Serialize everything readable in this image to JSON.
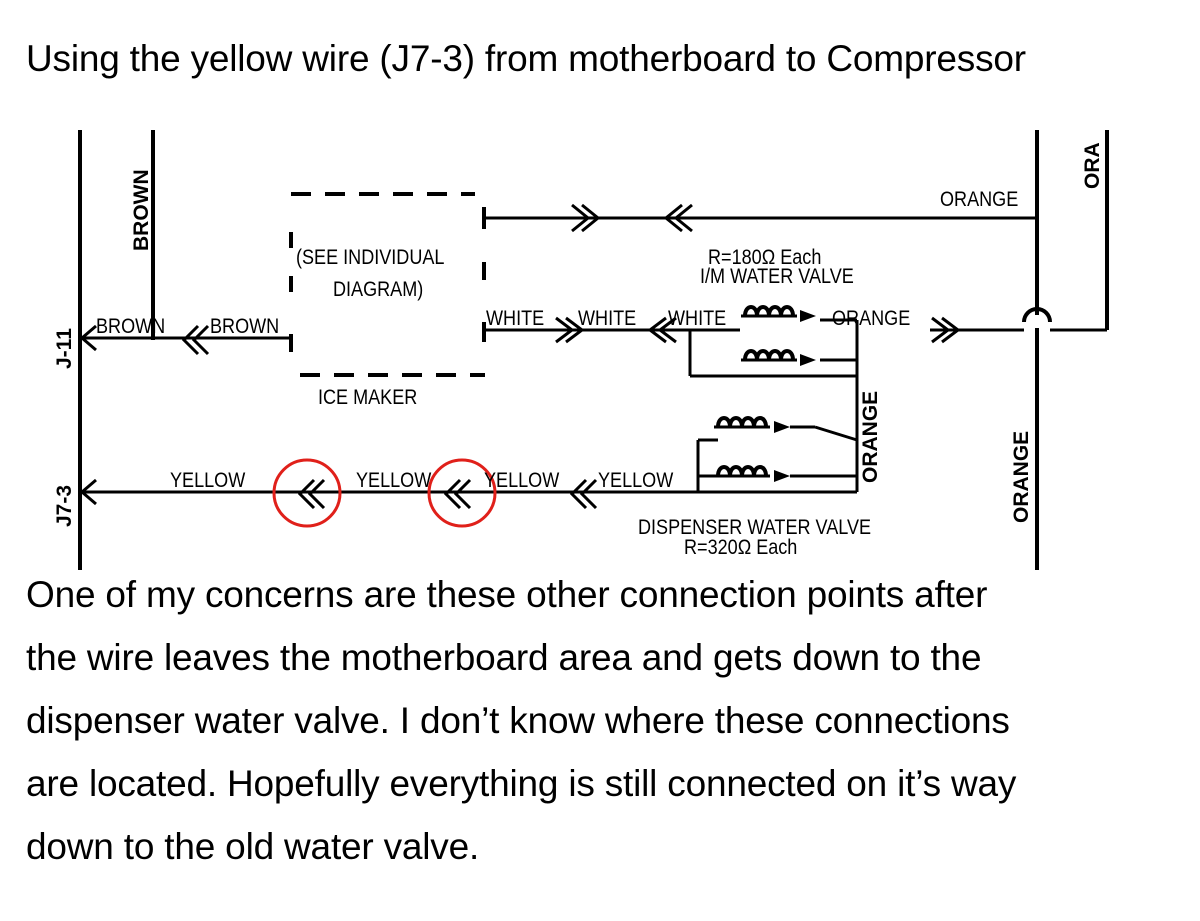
{
  "heading": "Using the yellow wire (J7-3) from motherboard to Compressor",
  "diagram": {
    "labels": {
      "j11": "J-11",
      "j73": "J7-3",
      "brown_vertical": "BROWN",
      "brown_1": "BROWN",
      "brown_2": "BROWN",
      "see_individual": "(SEE INDIVIDUAL",
      "diagram": "DIAGRAM)",
      "ice_maker": "ICE MAKER",
      "orange_top": "ORANGE",
      "ora_corner": "ORA",
      "resistance_im": "R=180Ω Each",
      "im_water_valve": "I/M WATER VALVE",
      "white_1": "WHITE",
      "white_2": "WHITE",
      "white_3": "WHITE",
      "orange_mid": "ORANGE",
      "orange_vertical_mid": "ORANGE",
      "orange_vertical_right": "ORANGE",
      "yellow_1": "YELLOW",
      "yellow_2": "YELLOW",
      "yellow_3": "YELLOW",
      "yellow_4": "YELLOW",
      "dispenser_water_valve": "DISPENSER WATER VALVE",
      "resistance_disp": "R=320Ω Each"
    },
    "highlight_color": "#e0201a"
  },
  "paragraph_lines": [
    "One of my concerns are these other connection points after",
    "the wire leaves the motherboard area and gets down to the",
    "dispenser water valve. I don’t know where these connections",
    "are located. Hopefully everything is still connected on it’s way",
    "down to the old water valve."
  ]
}
